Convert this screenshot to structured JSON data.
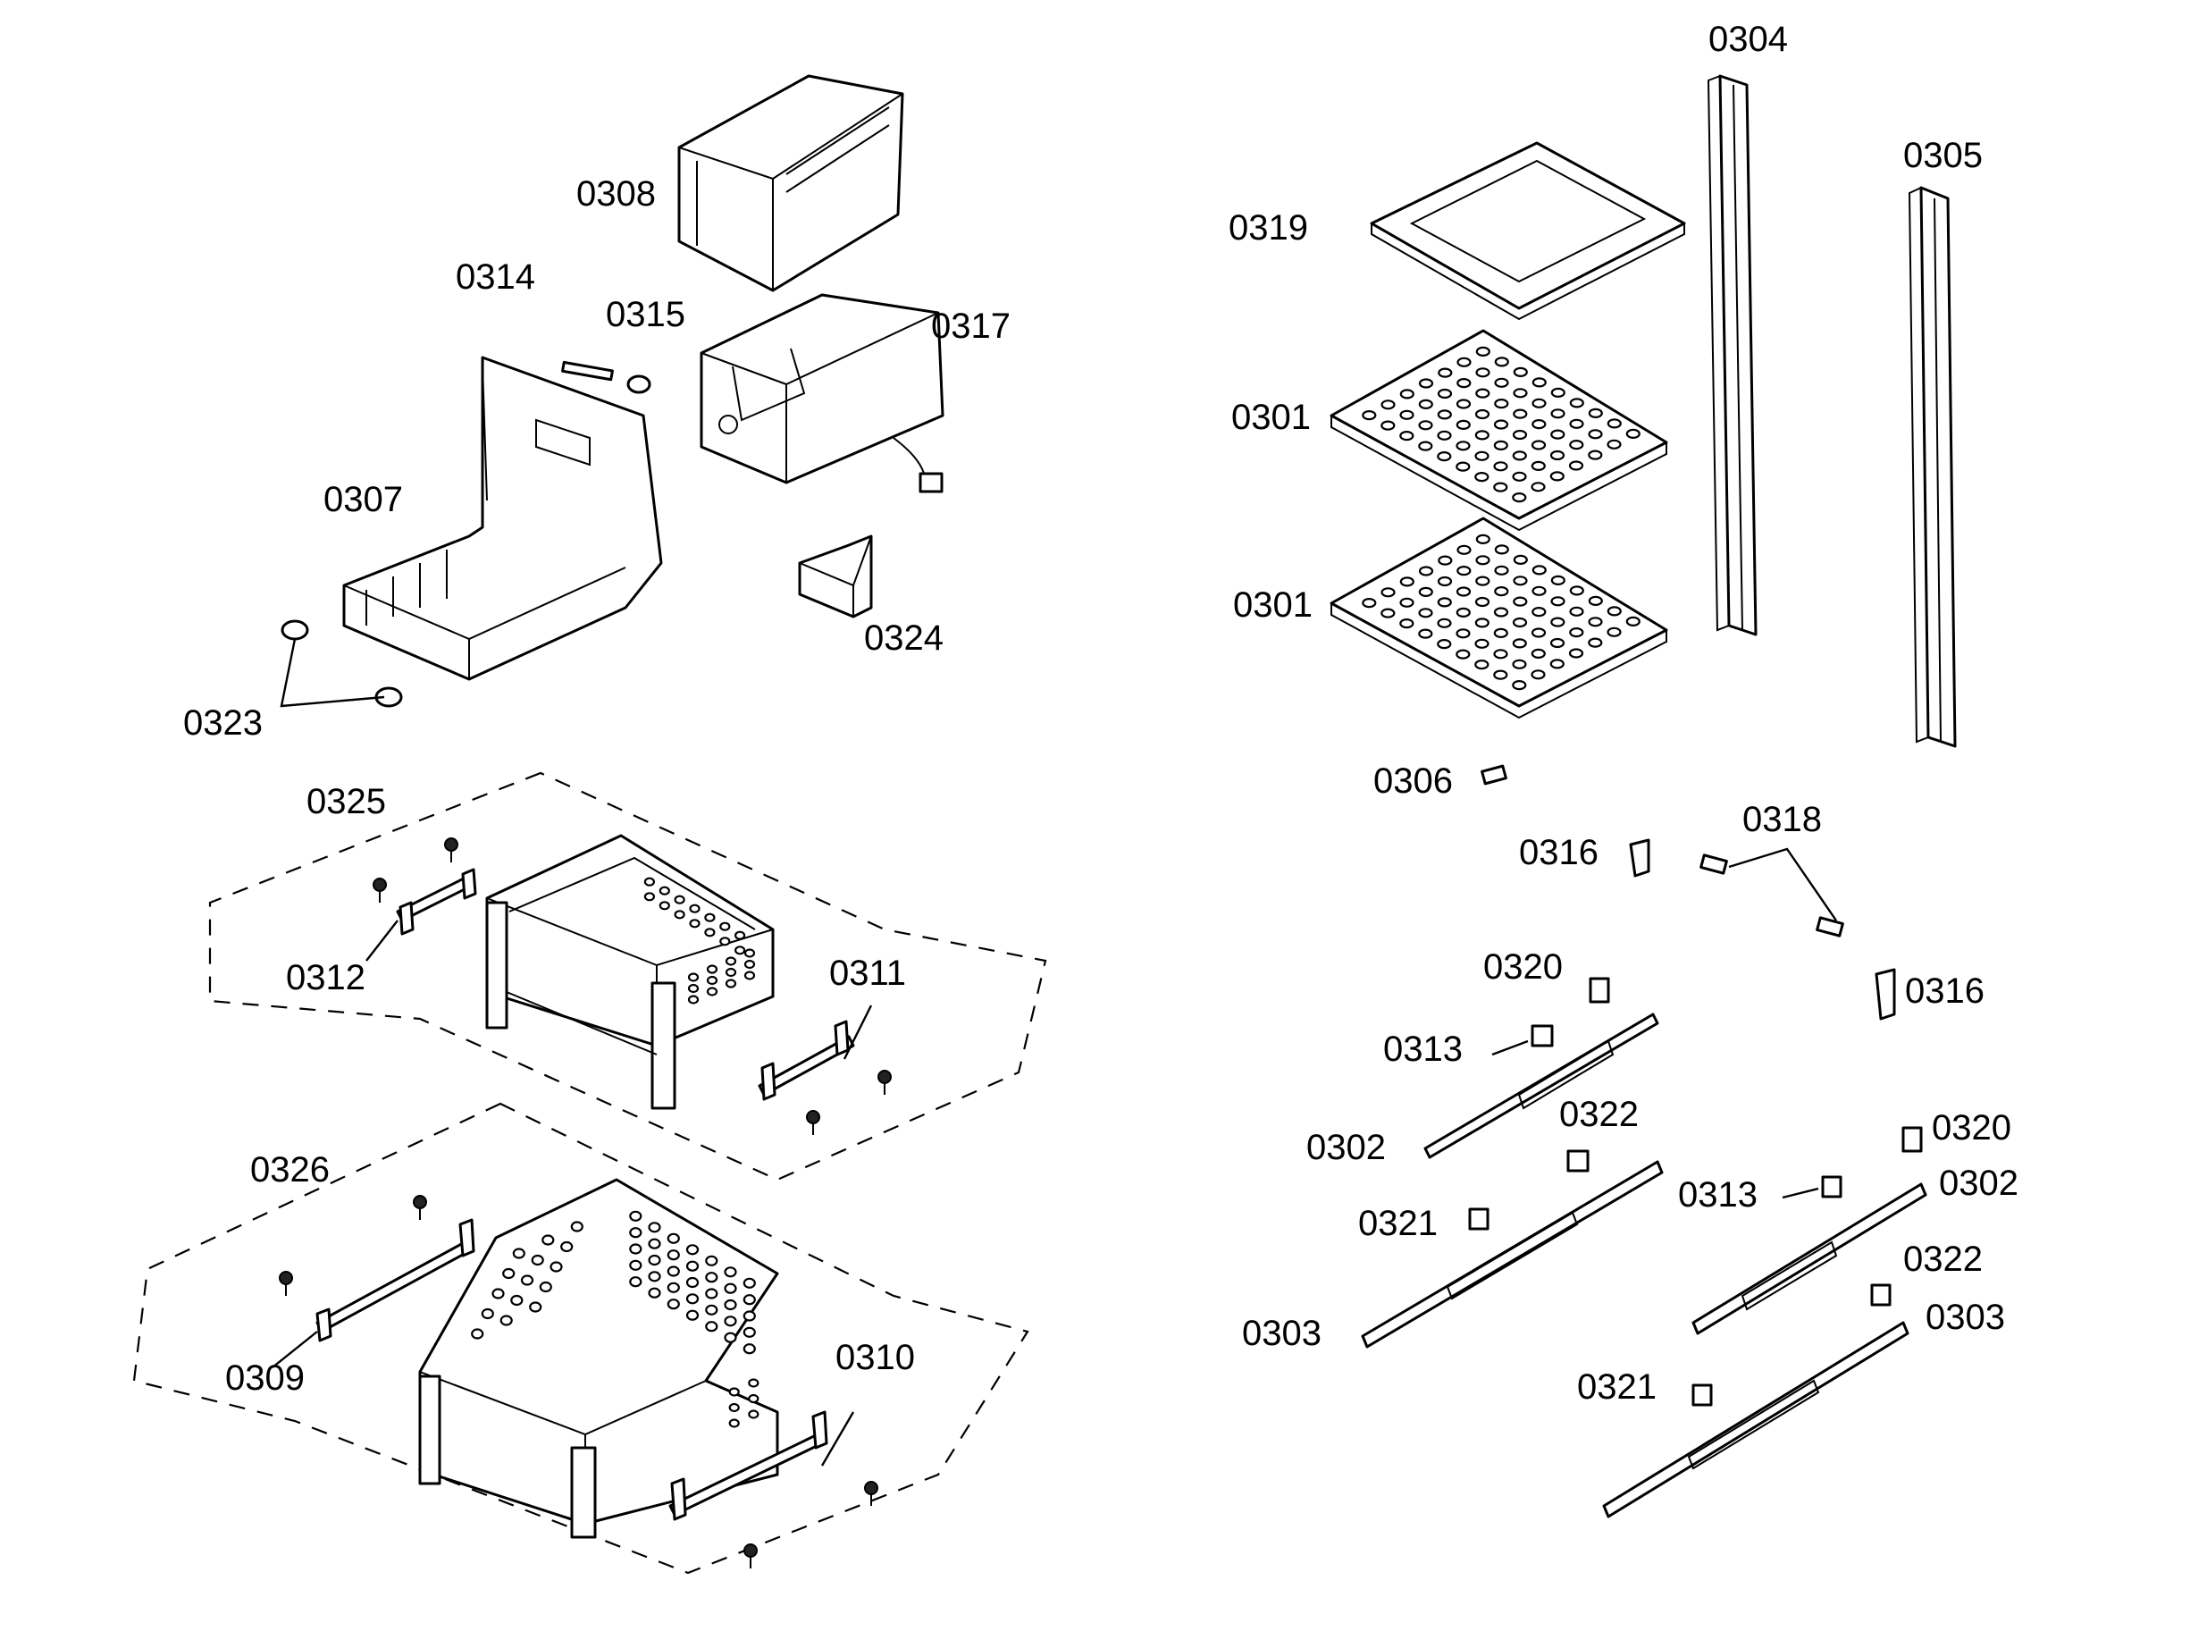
{
  "labels": {
    "p0304": "0304",
    "p0305": "0305",
    "p0308": "0308",
    "p0319": "0319",
    "p0314": "0314",
    "p0315": "0315",
    "p0317": "0317",
    "p0301a": "0301",
    "p0301b": "0301",
    "p0307": "0307",
    "p0324": "0324",
    "p0323": "0323",
    "p0306": "0306",
    "p0325": "0325",
    "p0318": "0318",
    "p0316a": "0316",
    "p0316b": "0316",
    "p0312": "0312",
    "p0311": "0311",
    "p0320a": "0320",
    "p0313a": "0313",
    "p0302a": "0302",
    "p0322a": "0322",
    "p0320b": "0320",
    "p0326": "0326",
    "p0313b": "0313",
    "p0302b": "0302",
    "p0321a": "0321",
    "p0322b": "0322",
    "p0303a": "0303",
    "p0303b": "0303",
    "p0309": "0309",
    "p0310": "0310",
    "p0321b": "0321"
  }
}
